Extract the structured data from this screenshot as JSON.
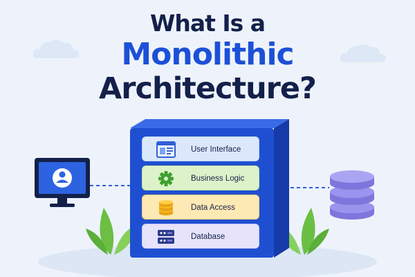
{
  "title": {
    "line1": "What Is a",
    "line2": "Monolithic",
    "line3": "Architecture?"
  },
  "layers": [
    {
      "label": "User Interface",
      "icon": "browser-window-icon",
      "bg": "#dbe8fb",
      "border": "#b8cff3"
    },
    {
      "label": "Business Logic",
      "icon": "gear-icon",
      "bg": "#dcf3c9",
      "border": "#bfe3a3"
    },
    {
      "label": "Data Access",
      "icon": "database-stack-icon",
      "bg": "#fde9b3",
      "border": "#f5d47f"
    },
    {
      "label": "Database",
      "icon": "server-icon",
      "bg": "#e6e3fb",
      "border": "#ccc6f2"
    }
  ],
  "colors": {
    "background": "#eef3fb",
    "title_dark": "#13204a",
    "title_accent": "#1c50d6",
    "block_blue": "#1f4fd1",
    "database_purple": "#8c86e6",
    "plant_green": "#74c54a"
  },
  "icons": {
    "client": "user-monitor-icon",
    "external_db": "database-cylinder-icon",
    "clouds": "cloud-icon",
    "plants": "leaf-plant-icon"
  }
}
